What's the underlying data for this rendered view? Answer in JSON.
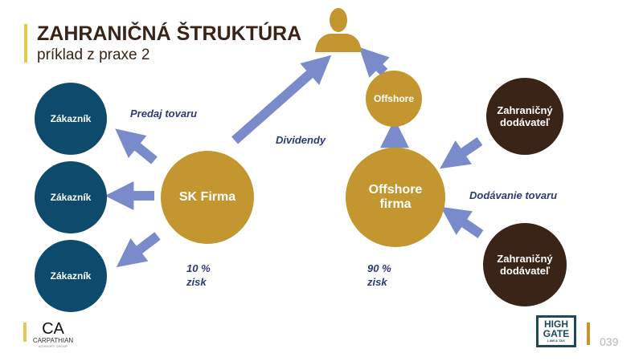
{
  "title": "ZAHRANIČNÁ ŠTRUKTÚRA",
  "subtitle": "príklad z praxe 2",
  "customers": [
    "Zákazník",
    "Zákazník",
    "Zákazník"
  ],
  "sk_firm": "SK Firma",
  "offshore": "Offshore",
  "offshore_firm": "Offshore firma",
  "suppliers": [
    "Zahraničný dodávateľ",
    "Zahraničný dodávateľ"
  ],
  "labels": {
    "sale": "Predaj tovaru",
    "dividends": "Dividendy",
    "supply": "Dodávanie tovaru",
    "profit_sk": "10 % zisk",
    "profit_off": "90 % zisk"
  },
  "footer": {
    "left_logo": "CARPATHIAN",
    "left_logo_sub": "ADVISORY GROUP",
    "right_logo": "HIGH GATE",
    "right_logo_sub": "LAW & TAX",
    "page": "039"
  },
  "colors": {
    "navy": "#0d4a6b",
    "gold": "#c3962f",
    "brown": "#3a2317",
    "arrow": "#7a8bcb"
  }
}
